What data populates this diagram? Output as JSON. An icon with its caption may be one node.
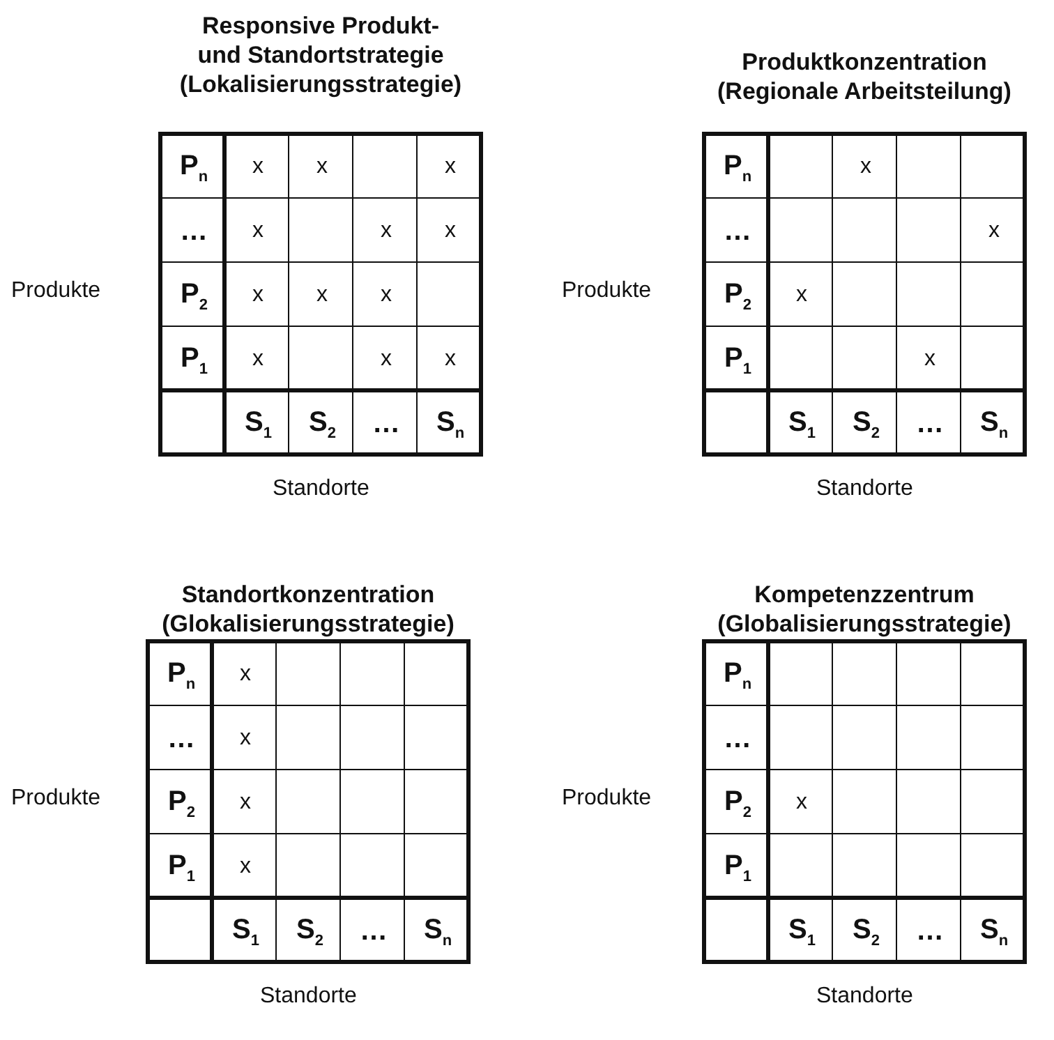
{
  "diagram": {
    "labels": [
      "Responsive Produkt- und Standortstrategie (Lokalisierungsstrategie)",
      "Produkte",
      "P$_{n}$",
      "x",
      "x",
      "x",
      "…",
      "x",
      "x",
      "x",
      "P$_{2}$",
      "x",
      "x",
      "x",
      "P$_{1}$",
      "x",
      "x",
      "x",
      "S$_{1}$",
      "S$_{2}$",
      "…",
      "S$_{n}$",
      "Standorte",
      "Produktkonzentration (Regionale Arbeitsteilung)",
      "Produkte",
      "P$_{n}$",
      "x",
      "…",
      "x",
      "P$_{2}$",
      "x",
      "P$_{1}$",
      "x",
      "S$_{1}$",
      "S$_{2}$",
      "…",
      "S$_{n}$",
      "Standorte",
      "Standortkonzentration (Glokalisierungsstrategie)",
      "Produkte",
      "P$_{n}$",
      "x",
      "…",
      "x",
      "P$_{2}$",
      "x",
      "P$_{1}$",
      "x",
      "S$_{1}$",
      "S$_{2}$",
      "…",
      "S$_{n}$",
      "Standorte",
      "Kompetenzzentrum (Globalisierungsstrategie)",
      "Produkte",
      "P$_{n}$",
      "…",
      "P$_{2}$",
      "x",
      "P$_{1}$",
      "S$_{1}$",
      "S$_{2}$",
      "…",
      "S$_{n}$",
      "Standorte"
    ]
  }
}
